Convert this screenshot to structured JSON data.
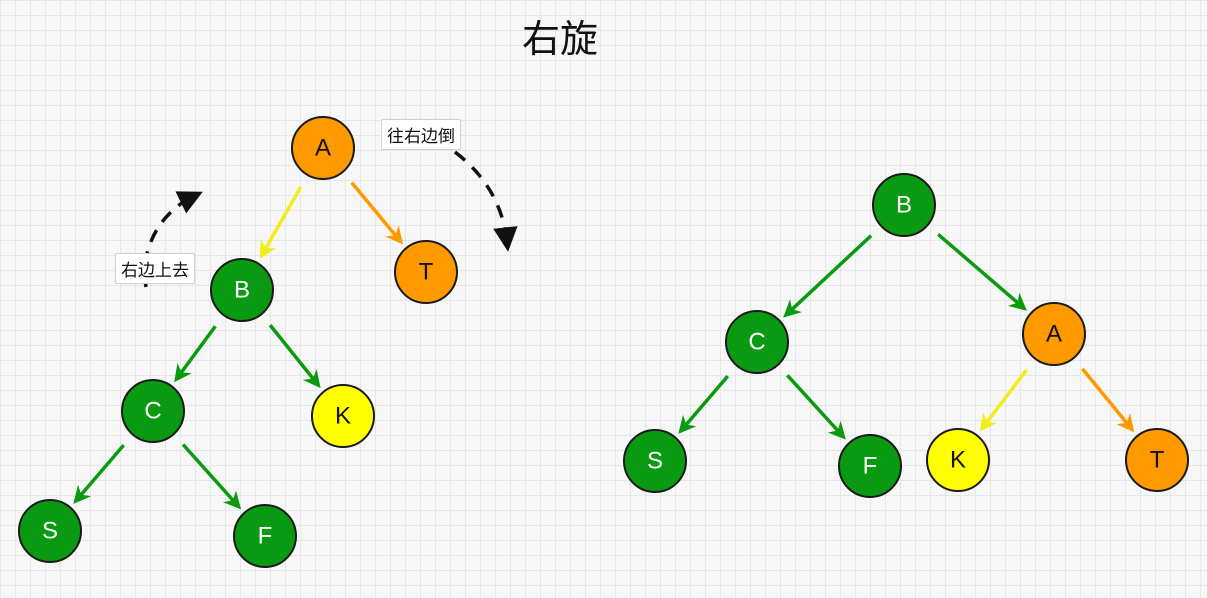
{
  "title": "右旋",
  "annotations": {
    "up": "右边上去",
    "right": "往右边倒"
  },
  "colors": {
    "green": "#0a9a12",
    "orange": "#ff9900",
    "yellow": "#ffff00",
    "node_border": "#1a1a1a",
    "edge_green": "#0a9a12",
    "edge_orange": "#ff9900",
    "edge_yellow": "#f2ee1a",
    "dash": "#111111"
  },
  "trees": [
    {
      "id": "before",
      "nodes": [
        {
          "id": "A",
          "label": "A",
          "color": "orange"
        },
        {
          "id": "T",
          "label": "T",
          "color": "orange"
        },
        {
          "id": "B",
          "label": "B",
          "color": "green"
        },
        {
          "id": "K",
          "label": "K",
          "color": "yellow"
        },
        {
          "id": "C",
          "label": "C",
          "color": "green"
        },
        {
          "id": "S",
          "label": "S",
          "color": "green"
        },
        {
          "id": "F",
          "label": "F",
          "color": "green"
        }
      ],
      "edges": [
        {
          "from": "A",
          "to": "B",
          "color": "edge_yellow"
        },
        {
          "from": "A",
          "to": "T",
          "color": "edge_orange"
        },
        {
          "from": "B",
          "to": "C",
          "color": "edge_green"
        },
        {
          "from": "B",
          "to": "K",
          "color": "edge_green"
        },
        {
          "from": "C",
          "to": "S",
          "color": "edge_green"
        },
        {
          "from": "C",
          "to": "F",
          "color": "edge_green"
        }
      ]
    },
    {
      "id": "after",
      "nodes": [
        {
          "id": "B",
          "label": "B",
          "color": "green"
        },
        {
          "id": "C",
          "label": "C",
          "color": "green"
        },
        {
          "id": "A",
          "label": "A",
          "color": "orange"
        },
        {
          "id": "S",
          "label": "S",
          "color": "green"
        },
        {
          "id": "F",
          "label": "F",
          "color": "green"
        },
        {
          "id": "K",
          "label": "K",
          "color": "yellow"
        },
        {
          "id": "T",
          "label": "T",
          "color": "orange"
        }
      ],
      "edges": [
        {
          "from": "B",
          "to": "C",
          "color": "edge_green"
        },
        {
          "from": "B",
          "to": "A",
          "color": "edge_green"
        },
        {
          "from": "C",
          "to": "S",
          "color": "edge_green"
        },
        {
          "from": "C",
          "to": "F",
          "color": "edge_green"
        },
        {
          "from": "A",
          "to": "K",
          "color": "edge_yellow"
        },
        {
          "from": "A",
          "to": "T",
          "color": "edge_orange"
        }
      ]
    }
  ]
}
